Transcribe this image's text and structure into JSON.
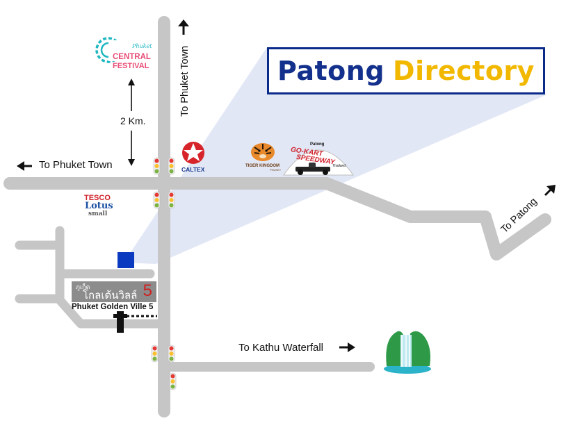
{
  "title": {
    "part1": "Patong",
    "part2": "Directory"
  },
  "labels": {
    "to_phuket_town_north": "To Phuket Town",
    "to_phuket_town_west": "To Phuket Town",
    "distance": "2 Km.",
    "to_patong": "To Patong",
    "to_kathu_waterfall": "To Kathu Waterfall",
    "project_name": "Phuket Golden Ville 5"
  },
  "project_sign": {
    "thai_small": "ภูเก็ต",
    "thai_main": "โกลเด้นวิลล์",
    "number": "5"
  },
  "landmarks": {
    "central_festival": {
      "small": "Phuket",
      "line1": "CENTRAL",
      "line2": "FESTIVAL"
    },
    "caltex": "CALTEX",
    "tesco": {
      "line1": "TESCO",
      "line2": "Lotus",
      "line3": "small"
    },
    "tiger_kingdom": {
      "line1": "TIGER KINGDOM",
      "line2": "PHUKET"
    },
    "gokart": {
      "small": "Patong",
      "line1": "GO-KART",
      "line2": "SPEEDWAY",
      "sub": "Thailand"
    }
  },
  "colors": {
    "road": "#c7c7c7",
    "title_blue": "#12308c",
    "title_yellow": "#f2b800",
    "marker_blue": "#0a3ac0",
    "highlight": "#dbe2f6"
  }
}
